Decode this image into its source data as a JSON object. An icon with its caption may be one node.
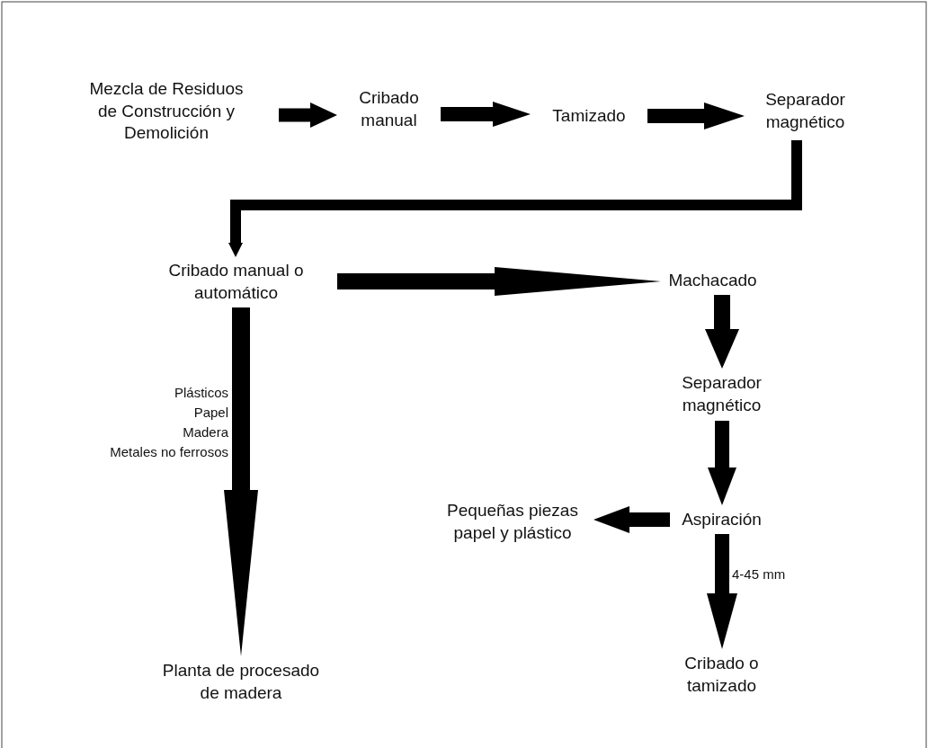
{
  "diagram": {
    "nodes": [
      {
        "text": [
          "Mezcla de Residuos de Construcción y Demolición"
        ]
      },
      {
        "text": [
          "Cribado manual"
        ]
      },
      {
        "text": [
          "Tamizado"
        ]
      },
      {
        "text": [
          "Separador magnético"
        ]
      },
      {
        "text": [
          "Cribado manual o automático"
        ]
      },
      {
        "text": [
          "Machacado"
        ]
      },
      {
        "text": [
          "Separador magnético"
        ]
      },
      {
        "text": [
          "Aspiración"
        ]
      },
      {
        "text": [
          "Pequeñas piezas papel y plástico"
        ]
      },
      {
        "text": [
          "Planta de procesado de madera"
        ]
      },
      {
        "text": [
          "Cribado o tamizado"
        ]
      }
    ],
    "edges": [
      {
        "from": 0,
        "to": 1,
        "arrow": "to"
      },
      {
        "from": 1,
        "to": 2,
        "arrow": "to"
      },
      {
        "from": 2,
        "to": 3,
        "arrow": "to"
      },
      {
        "from": 3,
        "to": 4,
        "arrow": "to"
      },
      {
        "from": 4,
        "to": 5,
        "arrow": "to"
      },
      {
        "from": 4,
        "to": 9,
        "arrow": "to"
      },
      {
        "from": 5,
        "to": 6,
        "arrow": "to"
      },
      {
        "from": 6,
        "to": 7,
        "arrow": "to"
      },
      {
        "from": 7,
        "to": 8,
        "arrow": "to"
      },
      {
        "from": 7,
        "to": 10,
        "arrow": "to",
        "label": "4-45 mm"
      }
    ],
    "labels": [
      "Plásticos",
      "Papel",
      "Madera",
      "Metales no ferrosos"
    ]
  }
}
